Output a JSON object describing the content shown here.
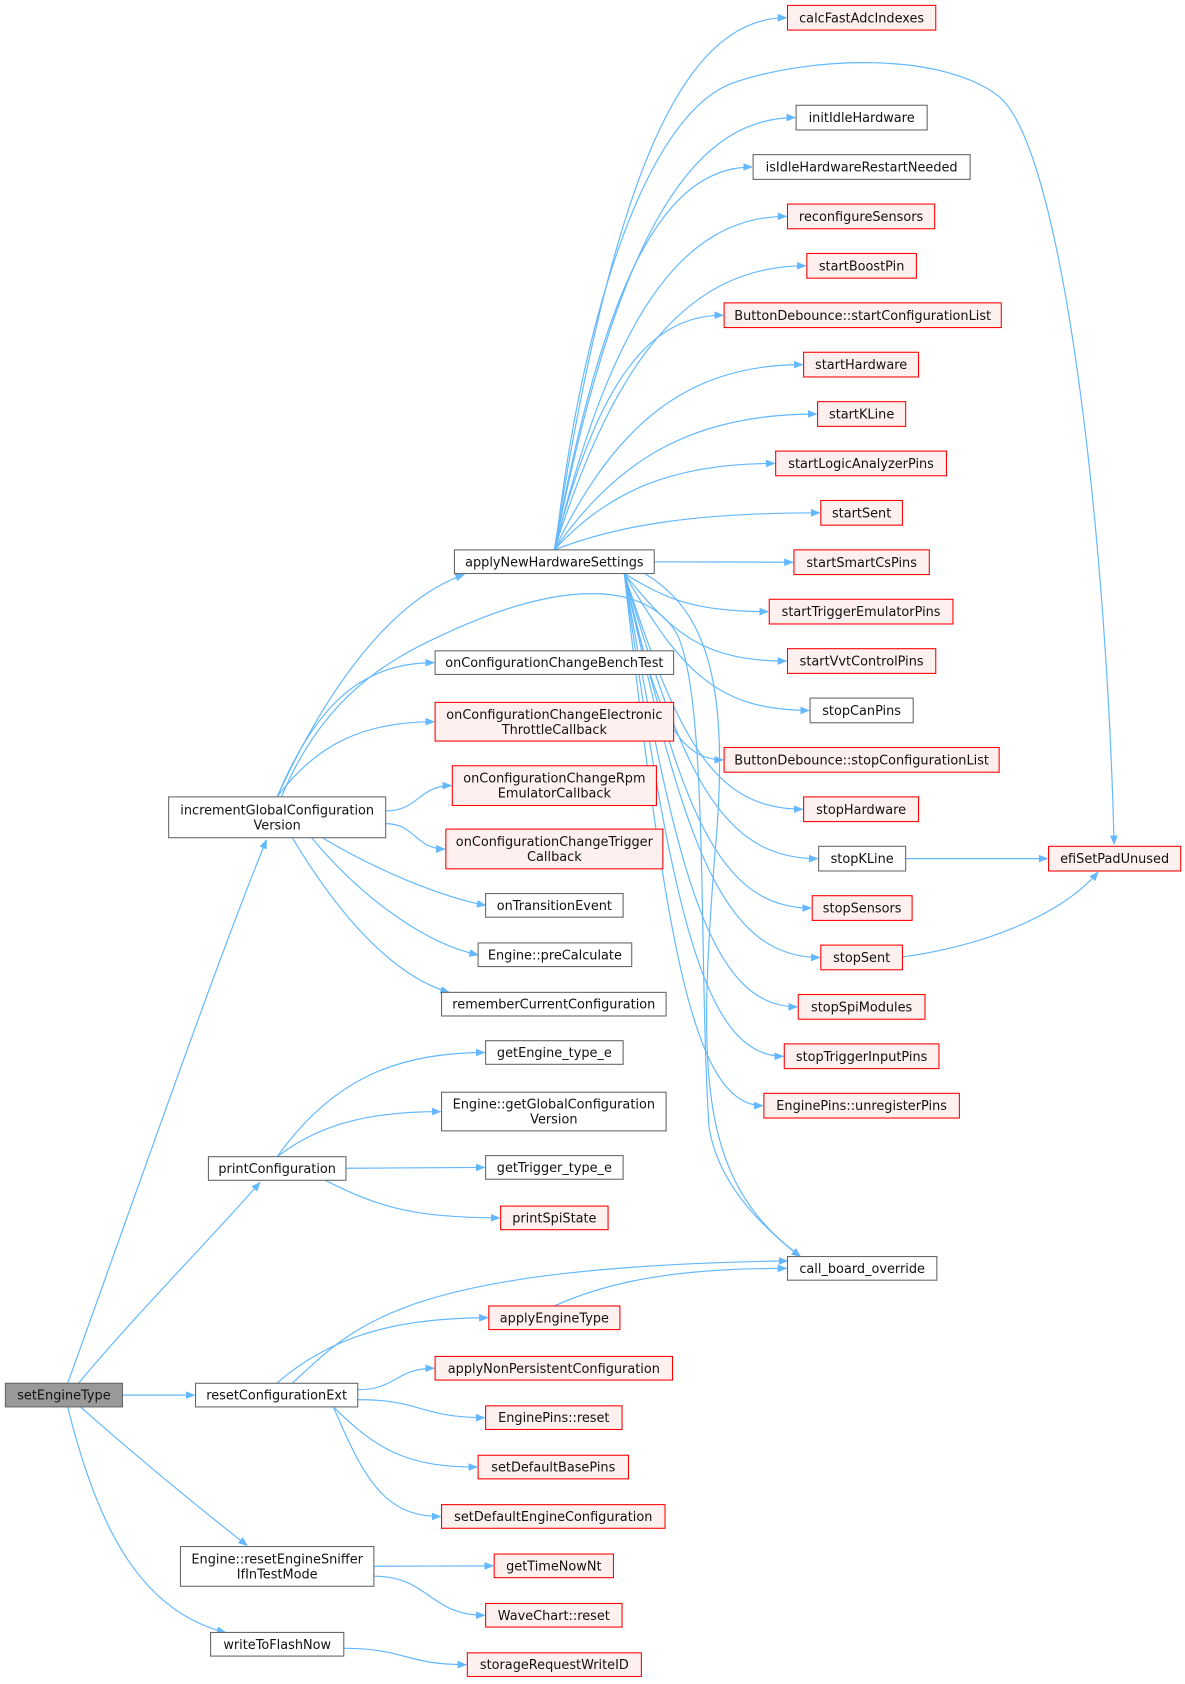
{
  "title": "setEngineType call graph",
  "colors": {
    "edge": "#63b8ff",
    "root_fill": "#999999",
    "root_stroke": "#666666",
    "normal_fill": "#ffffff",
    "normal_stroke": "#666666",
    "truncated_fill": "#fff0f0",
    "truncated_stroke": "#ff0000"
  },
  "nodes": [
    {
      "id": "setEngineType",
      "lines": [
        "setEngineType"
      ],
      "style": "root"
    },
    {
      "id": "incrementGlobalConfigurationVersion",
      "lines": [
        "incrementGlobalConfiguration",
        "Version"
      ],
      "style": "normal"
    },
    {
      "id": "printConfiguration",
      "lines": [
        "printConfiguration"
      ],
      "style": "normal"
    },
    {
      "id": "resetConfigurationExt",
      "lines": [
        "resetConfigurationExt"
      ],
      "style": "normal"
    },
    {
      "id": "resetEngineSniffer",
      "lines": [
        "Engine::resetEngineSniffer",
        "IfInTestMode"
      ],
      "style": "normal"
    },
    {
      "id": "writeToFlashNow",
      "lines": [
        "writeToFlashNow"
      ],
      "style": "normal"
    },
    {
      "id": "applyNewHardwareSettings",
      "lines": [
        "applyNewHardwareSettings"
      ],
      "style": "normal"
    },
    {
      "id": "onConfigurationChangeBenchTest",
      "lines": [
        "onConfigurationChangeBenchTest"
      ],
      "style": "normal"
    },
    {
      "id": "onConfigurationChangeElectronicThrottleCallback",
      "lines": [
        "onConfigurationChangeElectronic",
        "ThrottleCallback"
      ],
      "style": "truncated"
    },
    {
      "id": "onConfigurationChangeRpmEmulatorCallback",
      "lines": [
        "onConfigurationChangeRpm",
        "EmulatorCallback"
      ],
      "style": "truncated"
    },
    {
      "id": "onConfigurationChangeTriggerCallback",
      "lines": [
        "onConfigurationChangeTrigger",
        "Callback"
      ],
      "style": "truncated"
    },
    {
      "id": "onTransitionEvent",
      "lines": [
        "onTransitionEvent"
      ],
      "style": "normal"
    },
    {
      "id": "preCalculate",
      "lines": [
        "Engine::preCalculate"
      ],
      "style": "normal"
    },
    {
      "id": "rememberCurrentConfiguration",
      "lines": [
        "rememberCurrentConfiguration"
      ],
      "style": "normal"
    },
    {
      "id": "getEngine_type_e",
      "lines": [
        "getEngine_type_e"
      ],
      "style": "normal"
    },
    {
      "id": "getGlobalConfigurationVersion",
      "lines": [
        "Engine::getGlobalConfiguration",
        "Version"
      ],
      "style": "normal"
    },
    {
      "id": "getTrigger_type_e",
      "lines": [
        "getTrigger_type_e"
      ],
      "style": "normal"
    },
    {
      "id": "printSpiState",
      "lines": [
        "printSpiState"
      ],
      "style": "truncated"
    },
    {
      "id": "call_board_override",
      "lines": [
        "call_board_override"
      ],
      "style": "normal"
    },
    {
      "id": "applyEngineType",
      "lines": [
        "applyEngineType"
      ],
      "style": "truncated"
    },
    {
      "id": "applyNonPersistentConfiguration",
      "lines": [
        "applyNonPersistentConfiguration"
      ],
      "style": "truncated"
    },
    {
      "id": "EnginePinsReset",
      "lines": [
        "EnginePins::reset"
      ],
      "style": "truncated"
    },
    {
      "id": "setDefaultBasePins",
      "lines": [
        "setDefaultBasePins"
      ],
      "style": "truncated"
    },
    {
      "id": "setDefaultEngineConfiguration",
      "lines": [
        "setDefaultEngineConfiguration"
      ],
      "style": "truncated"
    },
    {
      "id": "getTimeNowNt",
      "lines": [
        "getTimeNowNt"
      ],
      "style": "truncated"
    },
    {
      "id": "WaveChartReset",
      "lines": [
        "WaveChart::reset"
      ],
      "style": "truncated"
    },
    {
      "id": "storageRequestWriteID",
      "lines": [
        "storageRequestWriteID"
      ],
      "style": "truncated"
    },
    {
      "id": "calcFastAdcIndexes",
      "lines": [
        "calcFastAdcIndexes"
      ],
      "style": "truncated"
    },
    {
      "id": "initIdleHardware",
      "lines": [
        "initIdleHardware"
      ],
      "style": "normal"
    },
    {
      "id": "isIdleHardwareRestartNeeded",
      "lines": [
        "isIdleHardwareRestartNeeded"
      ],
      "style": "normal"
    },
    {
      "id": "reconfigureSensors",
      "lines": [
        "reconfigureSensors"
      ],
      "style": "truncated"
    },
    {
      "id": "startBoostPin",
      "lines": [
        "startBoostPin"
      ],
      "style": "truncated"
    },
    {
      "id": "startConfigurationList",
      "lines": [
        "ButtonDebounce::startConfigurationList"
      ],
      "style": "truncated"
    },
    {
      "id": "startHardware",
      "lines": [
        "startHardware"
      ],
      "style": "truncated"
    },
    {
      "id": "startKLine",
      "lines": [
        "startKLine"
      ],
      "style": "truncated"
    },
    {
      "id": "startLogicAnalyzerPins",
      "lines": [
        "startLogicAnalyzerPins"
      ],
      "style": "truncated"
    },
    {
      "id": "startSent",
      "lines": [
        "startSent"
      ],
      "style": "truncated"
    },
    {
      "id": "startSmartCsPins",
      "lines": [
        "startSmartCsPins"
      ],
      "style": "truncated"
    },
    {
      "id": "startTriggerEmulatorPins",
      "lines": [
        "startTriggerEmulatorPins"
      ],
      "style": "truncated"
    },
    {
      "id": "startVvtControlPins",
      "lines": [
        "startVvtControlPins"
      ],
      "style": "truncated"
    },
    {
      "id": "stopCanPins",
      "lines": [
        "stopCanPins"
      ],
      "style": "normal"
    },
    {
      "id": "stopConfigurationList",
      "lines": [
        "ButtonDebounce::stopConfigurationList"
      ],
      "style": "truncated"
    },
    {
      "id": "stopHardware",
      "lines": [
        "stopHardware"
      ],
      "style": "truncated"
    },
    {
      "id": "stopKLine",
      "lines": [
        "stopKLine"
      ],
      "style": "normal"
    },
    {
      "id": "stopSensors",
      "lines": [
        "stopSensors"
      ],
      "style": "truncated"
    },
    {
      "id": "stopSent",
      "lines": [
        "stopSent"
      ],
      "style": "truncated"
    },
    {
      "id": "stopSpiModules",
      "lines": [
        "stopSpiModules"
      ],
      "style": "truncated"
    },
    {
      "id": "stopTriggerInputPins",
      "lines": [
        "stopTriggerInputPins"
      ],
      "style": "truncated"
    },
    {
      "id": "unregisterPins",
      "lines": [
        "EnginePins::unregisterPins"
      ],
      "style": "truncated"
    },
    {
      "id": "efiSetPadUnused",
      "lines": [
        "efiSetPadUnused"
      ],
      "style": "truncated"
    }
  ],
  "edges": [
    [
      "setEngineType",
      "incrementGlobalConfigurationVersion"
    ],
    [
      "setEngineType",
      "printConfiguration"
    ],
    [
      "setEngineType",
      "resetConfigurationExt"
    ],
    [
      "setEngineType",
      "resetEngineSniffer"
    ],
    [
      "setEngineType",
      "writeToFlashNow"
    ],
    [
      "incrementGlobalConfigurationVersion",
      "applyNewHardwareSettings"
    ],
    [
      "incrementGlobalConfigurationVersion",
      "call_board_override"
    ],
    [
      "incrementGlobalConfigurationVersion",
      "onConfigurationChangeBenchTest"
    ],
    [
      "incrementGlobalConfigurationVersion",
      "onConfigurationChangeElectronicThrottleCallback"
    ],
    [
      "incrementGlobalConfigurationVersion",
      "onConfigurationChangeRpmEmulatorCallback"
    ],
    [
      "incrementGlobalConfigurationVersion",
      "onConfigurationChangeTriggerCallback"
    ],
    [
      "incrementGlobalConfigurationVersion",
      "onTransitionEvent"
    ],
    [
      "incrementGlobalConfigurationVersion",
      "preCalculate"
    ],
    [
      "incrementGlobalConfigurationVersion",
      "rememberCurrentConfiguration"
    ],
    [
      "applyNewHardwareSettings",
      "calcFastAdcIndexes"
    ],
    [
      "applyNewHardwareSettings",
      "efiSetPadUnused"
    ],
    [
      "applyNewHardwareSettings",
      "initIdleHardware"
    ],
    [
      "applyNewHardwareSettings",
      "isIdleHardwareRestartNeeded"
    ],
    [
      "applyNewHardwareSettings",
      "reconfigureSensors"
    ],
    [
      "applyNewHardwareSettings",
      "startBoostPin"
    ],
    [
      "applyNewHardwareSettings",
      "startConfigurationList"
    ],
    [
      "applyNewHardwareSettings",
      "startHardware"
    ],
    [
      "applyNewHardwareSettings",
      "startKLine"
    ],
    [
      "applyNewHardwareSettings",
      "startLogicAnalyzerPins"
    ],
    [
      "applyNewHardwareSettings",
      "startSent"
    ],
    [
      "applyNewHardwareSettings",
      "startSmartCsPins"
    ],
    [
      "applyNewHardwareSettings",
      "startTriggerEmulatorPins"
    ],
    [
      "applyNewHardwareSettings",
      "startVvtControlPins"
    ],
    [
      "applyNewHardwareSettings",
      "stopCanPins"
    ],
    [
      "applyNewHardwareSettings",
      "stopConfigurationList"
    ],
    [
      "applyNewHardwareSettings",
      "stopHardware"
    ],
    [
      "applyNewHardwareSettings",
      "stopKLine"
    ],
    [
      "applyNewHardwareSettings",
      "stopSensors"
    ],
    [
      "applyNewHardwareSettings",
      "stopSent"
    ],
    [
      "applyNewHardwareSettings",
      "stopSpiModules"
    ],
    [
      "applyNewHardwareSettings",
      "stopTriggerInputPins"
    ],
    [
      "applyNewHardwareSettings",
      "unregisterPins"
    ],
    [
      "applyNewHardwareSettings",
      "call_board_override"
    ],
    [
      "stopKLine",
      "efiSetPadUnused"
    ],
    [
      "stopSent",
      "efiSetPadUnused"
    ],
    [
      "printConfiguration",
      "getEngine_type_e"
    ],
    [
      "printConfiguration",
      "getGlobalConfigurationVersion"
    ],
    [
      "printConfiguration",
      "getTrigger_type_e"
    ],
    [
      "printConfiguration",
      "printSpiState"
    ],
    [
      "resetConfigurationExt",
      "call_board_override"
    ],
    [
      "resetConfigurationExt",
      "applyEngineType"
    ],
    [
      "resetConfigurationExt",
      "applyNonPersistentConfiguration"
    ],
    [
      "resetConfigurationExt",
      "EnginePinsReset"
    ],
    [
      "resetConfigurationExt",
      "setDefaultBasePins"
    ],
    [
      "resetConfigurationExt",
      "setDefaultEngineConfiguration"
    ],
    [
      "applyEngineType",
      "call_board_override"
    ],
    [
      "resetEngineSniffer",
      "getTimeNowNt"
    ],
    [
      "resetEngineSniffer",
      "WaveChartReset"
    ],
    [
      "writeToFlashNow",
      "storageRequestWriteID"
    ]
  ]
}
